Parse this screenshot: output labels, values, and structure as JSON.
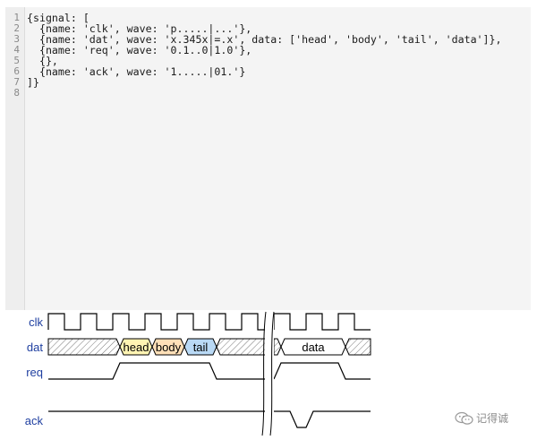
{
  "editor": {
    "line_numbers": [
      "1",
      "2",
      "3",
      "4",
      "5",
      "6",
      "7",
      "8"
    ],
    "lines": [
      "{signal: [",
      "  {name: 'clk', wave: 'p.....|...'},",
      "  {name: 'dat', wave: 'x.345x|=.x', data: ['head', 'body', 'tail', 'data']},",
      "  {name: 'req', wave: '0.1..0|1.0'},",
      "  {},",
      "  {name: 'ack', wave: '1.....|01.'}",
      "]}",
      ""
    ]
  },
  "waveform": {
    "signals": [
      {
        "name": "clk"
      },
      {
        "name": "dat"
      },
      {
        "name": "req"
      },
      {
        "name": "ack"
      }
    ],
    "dat_labels": [
      "head",
      "body",
      "tail",
      "data"
    ],
    "colors": {
      "head": "#fff4b3",
      "body": "#ffe0b8",
      "tail": "#b9d9f5",
      "data": "#ffffff",
      "label": "#1f3fa0",
      "line": "#000000"
    }
  },
  "watermark": {
    "icon": "wechat-icon",
    "text": "记得诚"
  }
}
